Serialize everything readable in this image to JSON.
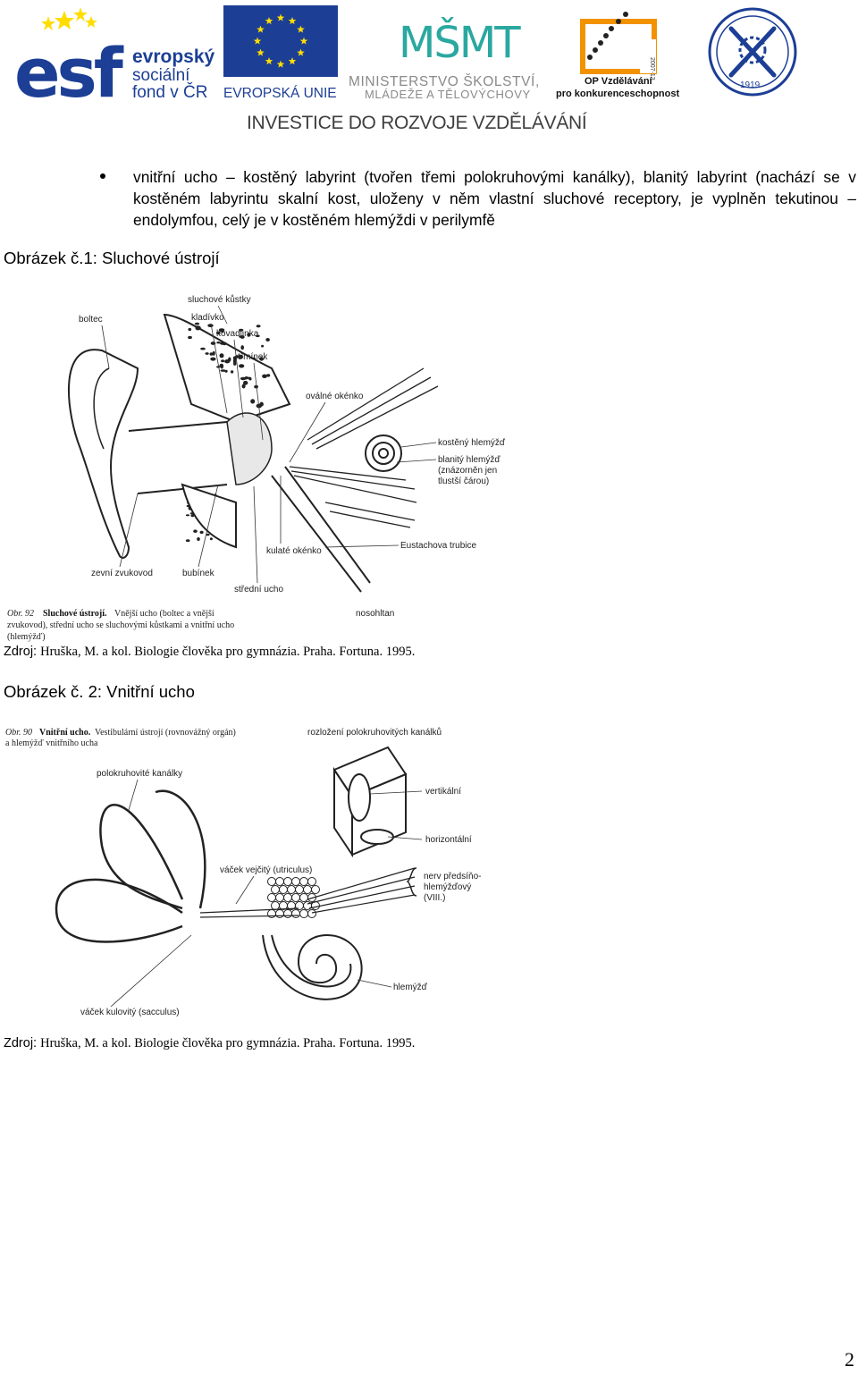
{
  "header": {
    "esf_mark": "esf",
    "esf_text": [
      "evropský",
      "sociální",
      "fond v ČR"
    ],
    "eu_text": "EVROPSKÁ UNIE",
    "msmt_mark": "MŠMT",
    "msmt_text": [
      "MINISTERSTVO ŠKOLSTVÍ,",
      "MLÁDEŽE A TĚLOVÝCHOVY"
    ],
    "op_text": [
      "OP Vzdělávání",
      "pro konkurenceschopnost"
    ],
    "op_years": "2007-13",
    "seal_year": "1919",
    "tagline": "INVESTICE DO ROZVOJE VZDĚLÁVÁNÍ",
    "colors": {
      "esf_blue": "#1c3f95",
      "eu_blue": "#1c3f95",
      "eu_star": "#ffdd00",
      "msmt_teal": "#2aa8a0",
      "op_orange": "#f39200"
    }
  },
  "bullet": {
    "text": "vnitřní ucho – kostěný labyrint (tvořen třemi polokruhovými kanálky), blanitý labyrint (nachází se v kostěném labyrintu skalní kost, uloženy v něm vlastní sluchové receptory, je vyplněn tekutinou – endolymfou, celý je v kostěném hlemýždi v perilymfě"
  },
  "figure1": {
    "caption": "Obrázek č.1: Sluchové ústrojí",
    "labels": {
      "sluchove_kustky": "sluchové kůstky",
      "boltec": "boltec",
      "kladivko": "kladívko",
      "kovadlinka": "kovadlinka",
      "trminek": "třmínek",
      "ovalne_okenko": "oválné okénko",
      "kosteny_hlemyzd": "kostěný hlemýžď",
      "blanity_hlemyzd": [
        "blanitý hlemýžď",
        "(znázorněn jen",
        "tlustší čárou)"
      ],
      "eustachova_trubice": "Eustachova trubice",
      "kulate_okenko": "kulaté okénko",
      "zevni_zvukovod": "zevní zvukovod",
      "bubinek": "bubínek",
      "stredni_ucho": "střední ucho",
      "nosohltan": "nosohltan"
    },
    "obr_caption": {
      "num": "Obr. 92",
      "title": "Sluchové ústrojí.",
      "lines": [
        "Vnější ucho (boltec a vnější",
        "zvukovod), střední ucho se sluchovými kůstkami a vnitřní ucho",
        "(hlemýžď)"
      ]
    },
    "source_label": "Zdroj:",
    "source_ref": "Hruška, M. a kol. Biologie člověka pro gymnázia. Praha. Fortuna. 1995."
  },
  "figure2": {
    "caption": "Obrázek č. 2: Vnitřní ucho",
    "obr_caption": {
      "num": "Obr. 90",
      "title": "Vnitřní ucho.",
      "lines": [
        "Vestibulární ústrojí (rovnovážný orgán)",
        "a hlemýžď vnitřního ucha"
      ]
    },
    "labels": {
      "rozlozeni": "rozložení polokruhovitých kanálků",
      "polokruhovite": "polokruhovité kanálky",
      "vertikalni": "vertikální",
      "horizontalni": "horizontální",
      "vacek_vejcity": "váček vejčitý (utriculus)",
      "nerv": [
        "nerv předsíňo-",
        "hlemýžďový",
        "(VIII.)"
      ],
      "hlemyzd": "hlemýžď",
      "vacek_kulovity": "váček kulovitý (sacculus)"
    },
    "source_label": "Zdroj:",
    "source_ref": "Hruška, M. a kol. Biologie člověka pro gymnázia. Praha. Fortuna. 1995."
  },
  "page_number": "2"
}
